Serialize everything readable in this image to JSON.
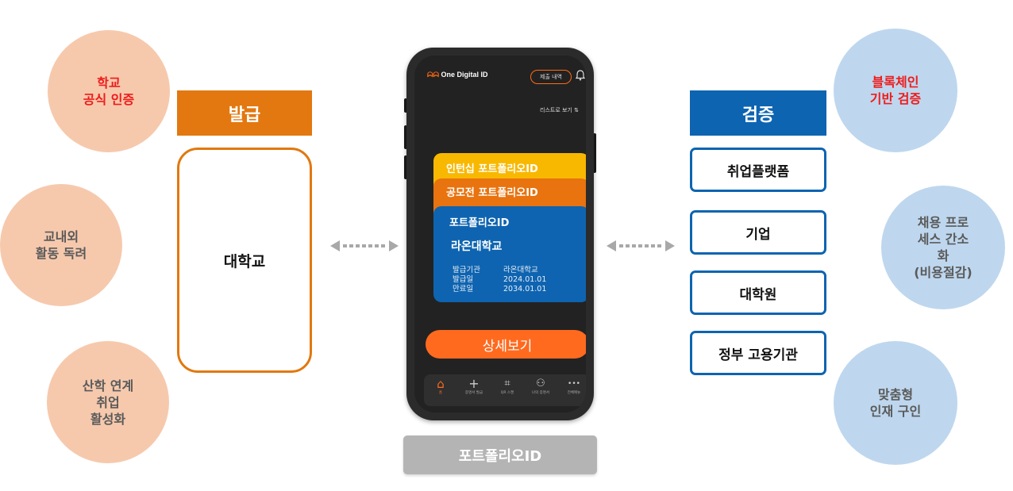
{
  "left_circles": [
    "학교\n공식 인증",
    "교내외\n활동 독려",
    "산학 연계\n취업\n활성화"
  ],
  "right_circles": [
    "블록체인\n기반 검증",
    "채용 프로\n세스 간소\n화\n(비용절감)",
    "맞춤형\n인재 구인"
  ],
  "issue": {
    "header": "발급",
    "box": "대학교"
  },
  "verify": {
    "header": "검증",
    "items": [
      "취업플랫폼",
      "기업",
      "대학원",
      "정부 고용기관"
    ]
  },
  "phone": {
    "logo_mark": "ᗣᗣ",
    "logo_text": "One Digital ID",
    "submit_label": "제출 내역",
    "list_view": "리스트로 보기 ⇅",
    "cards": [
      {
        "title": "인턴십 포트폴리오ID",
        "color": "#f8b800"
      },
      {
        "title": "공모전 포트폴리오ID",
        "color": "#e8730f"
      },
      {
        "title": "포트폴리오ID",
        "color": "#0e64b0"
      }
    ],
    "main_card": {
      "university": "라온대학교",
      "details": [
        {
          "key": "발급기관",
          "value": "라온대학교"
        },
        {
          "key": "발급일",
          "value": "2024.01.01"
        },
        {
          "key": "만료일",
          "value": "2034.01.01"
        }
      ]
    },
    "detail_button": "상세보기",
    "tabs": [
      {
        "icon": "⌂",
        "label": "홈"
      },
      {
        "icon": "+",
        "label": "증명서 발급"
      },
      {
        "icon": "⌗",
        "label": "QR 스캔"
      },
      {
        "icon": "⚇",
        "label": "나의 증명서"
      },
      {
        "icon": "•••",
        "label": "전체메뉴"
      }
    ]
  },
  "caption": "포트폴리오ID",
  "colors": {
    "issue": "#e2780f",
    "verify": "#0d64b1",
    "accent": "#ff6a1f"
  }
}
